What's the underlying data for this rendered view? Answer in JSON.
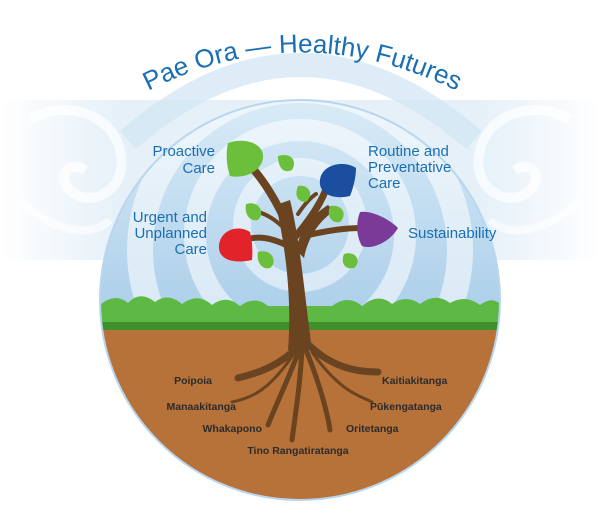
{
  "title": "Pae Ora — Healthy Futures",
  "categories": {
    "proactive": [
      "Proactive",
      "Care"
    ],
    "routine": [
      "Routine and",
      "Preventative",
      "Care"
    ],
    "urgent": [
      "Urgent and",
      "Unplanned",
      "Care"
    ],
    "sustainability": [
      "Sustainability"
    ]
  },
  "values_left": [
    "Poipoia",
    "Manaakitanga",
    "Whakapono"
  ],
  "values_center": [
    "Tino Rangatiratanga"
  ],
  "values_right": [
    "Kaitiakitanga",
    "Pūkengatanga",
    "Oritetanga"
  ],
  "colors": {
    "title": "#1a6fb4",
    "label": "#1a6fb4",
    "leaf_green": "#6cbf3b",
    "leaf_blue": "#1a4fa0",
    "leaf_red": "#e2232a",
    "leaf_purple": "#7b3a97",
    "soil": "#b7723a",
    "trunk": "#6a4420",
    "grass": "#4fa63a",
    "sky": "#c8e0f2",
    "value_text": "#2b2b2b"
  },
  "icons": [
    "koru-pattern",
    "tree-icon",
    "leaf-icon"
  ]
}
